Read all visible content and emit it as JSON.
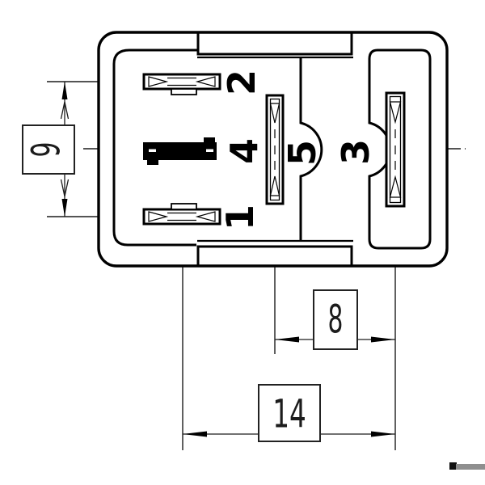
{
  "drawing": {
    "pin_labels": {
      "pin1": "1",
      "pin2": "2",
      "pin3": "3",
      "pin4": "4",
      "pin5": "5"
    },
    "dimensions": {
      "coil_pin_spacing": "9",
      "pin5_to_pin3_spacing": "8",
      "overall_pin_spacing": "14"
    },
    "colors": {
      "line": "#000000",
      "background": "#ffffff",
      "dim_text": "#1c1c1c",
      "watermark_bar": "#8f8f8f",
      "watermark_cap": "#111111"
    }
  }
}
